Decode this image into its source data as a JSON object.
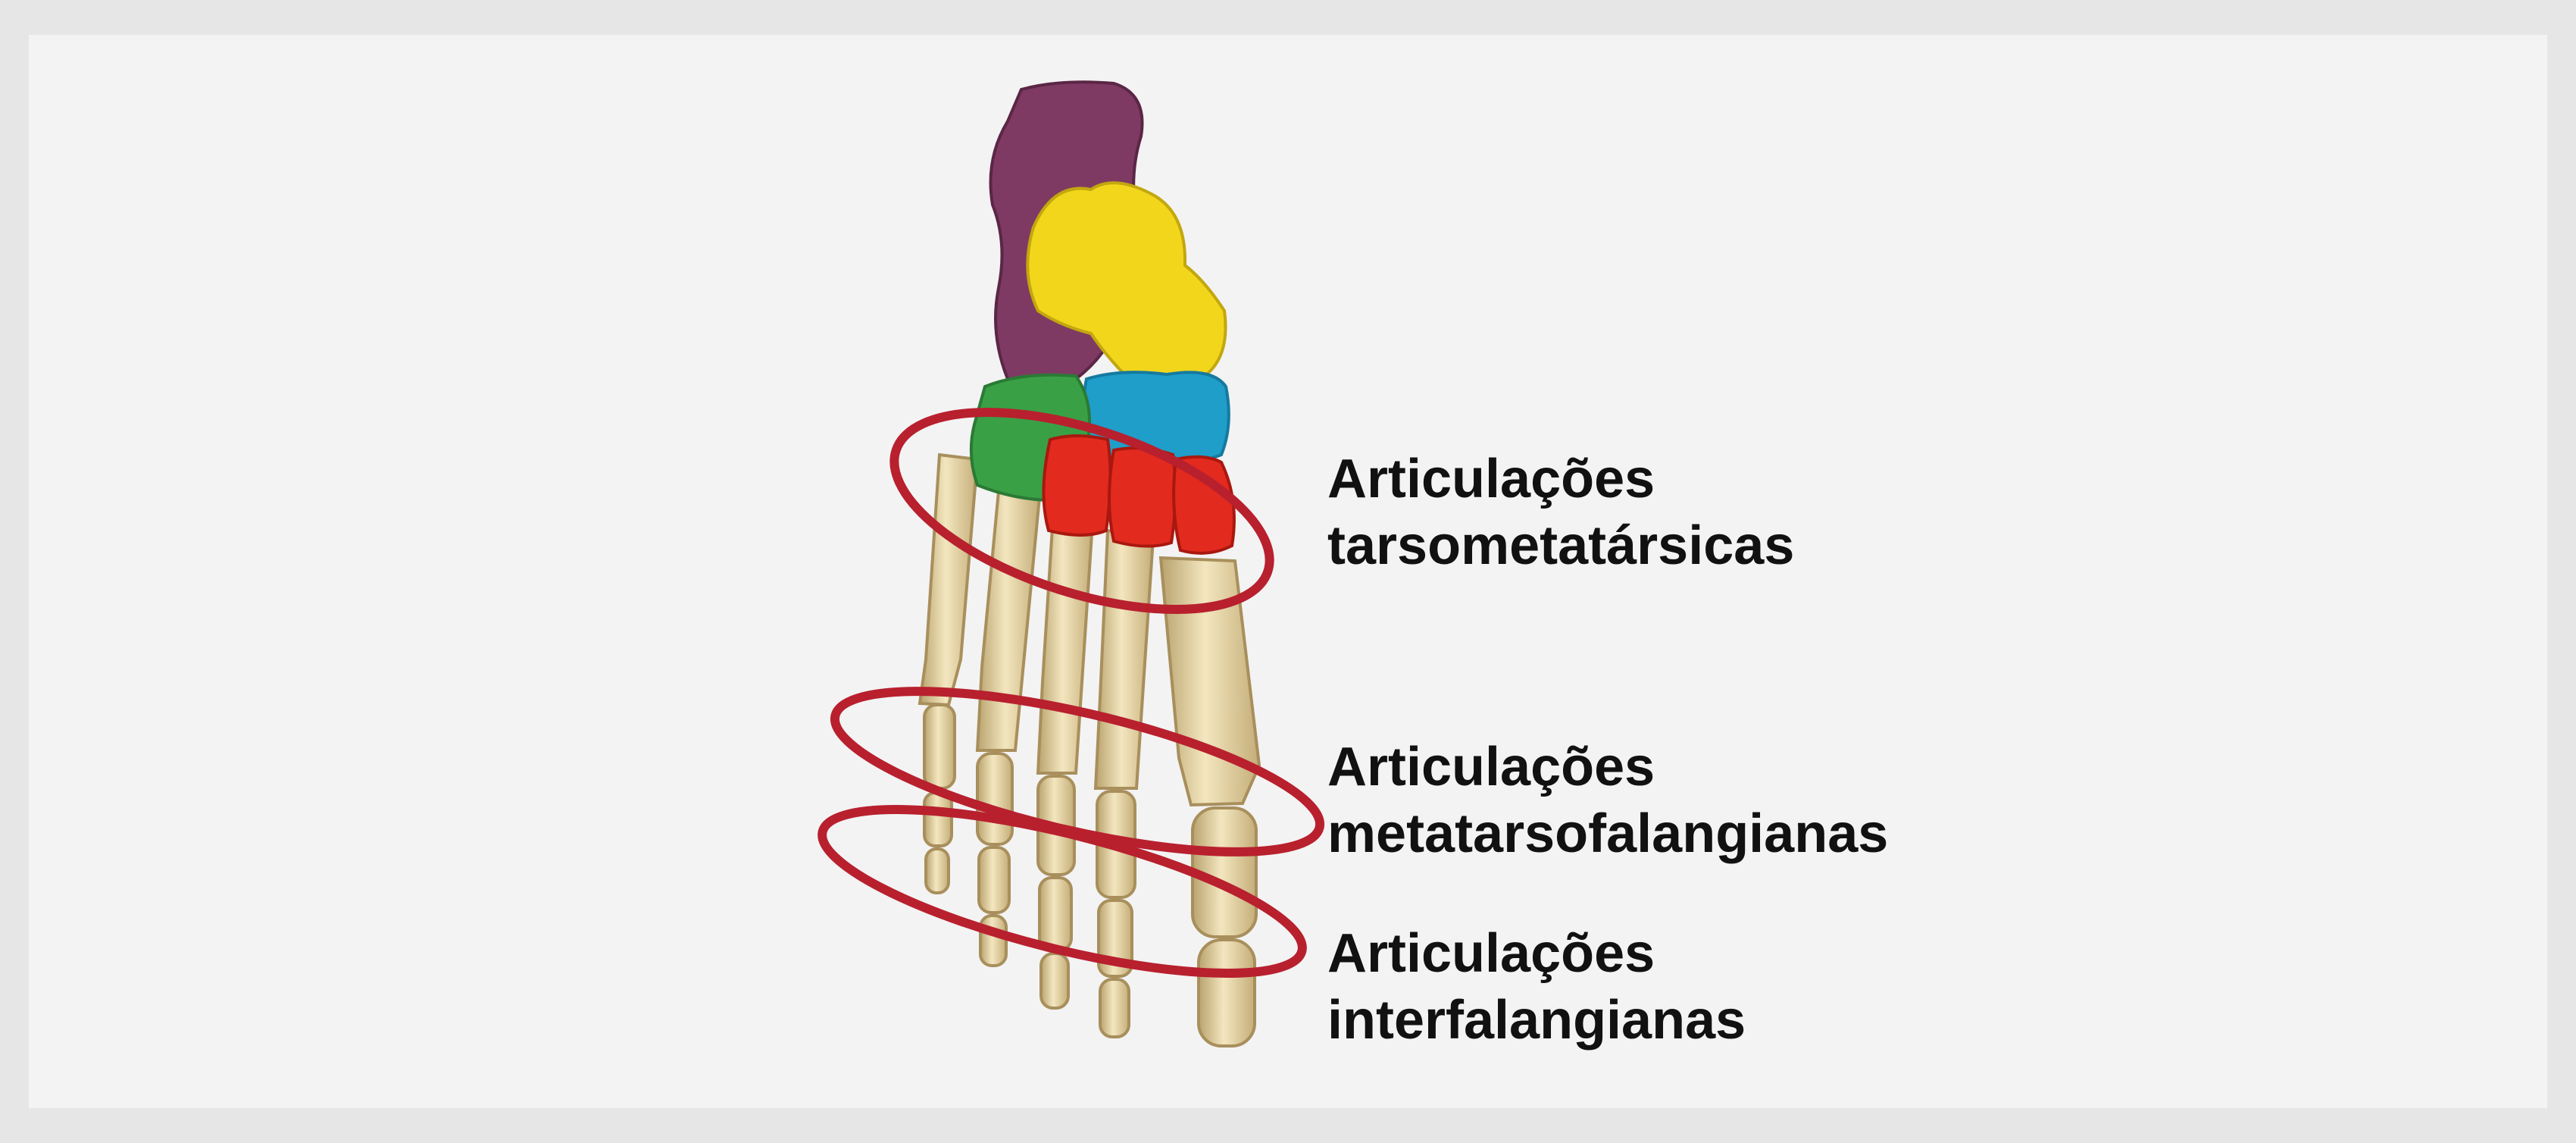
{
  "labels": {
    "tarsometatarsal": {
      "line1": "Articulações",
      "line2": "tarsometatársicas"
    },
    "metatarsophalangeal": {
      "line1": "Articulações",
      "line2": "metatarsofalangianas"
    },
    "interphalangeal": {
      "line1": "Articulações",
      "line2": "interfalangianas"
    }
  },
  "colors": {
    "page_background": "#f3f3f3",
    "bone": "#e7d6a6",
    "bone_shadow": "#b9a36e",
    "talus": "#7e3a63",
    "navicular": "#f2d61b",
    "cuboid": "#1e9ec9",
    "cuneiform": "#e32a1f",
    "cuneiform_medial": "#3aa046",
    "joint_ring": "#b8202e",
    "label_text": "#111111"
  }
}
